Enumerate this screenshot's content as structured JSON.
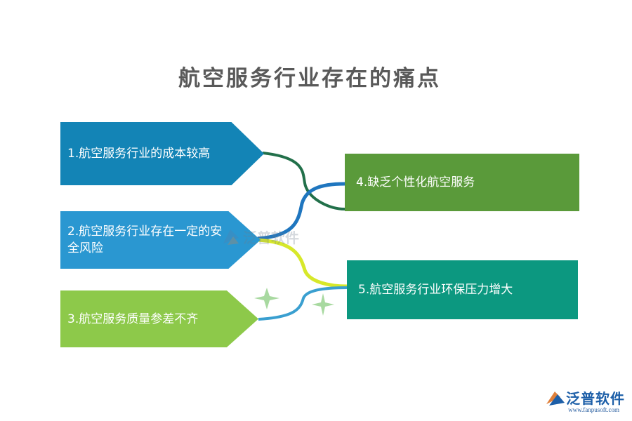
{
  "title": "航空服务行业存在的痛点",
  "items": {
    "item1": "1.航空服务行业的成本较高",
    "item2": "2.航空服务行业存在一定的安全风险",
    "item3": "3.航空服务质量参差不齐",
    "item4": "4.缺乏个性化航空服务",
    "item5": "5.航空服务行业环保压力增大"
  },
  "colors": {
    "item1": "#1384b6",
    "item2": "#2a97d1",
    "item3": "#8dc94a",
    "item4": "#5a9a3a",
    "item5": "#0c9880",
    "connector1": "#22704a",
    "connector2": "#1f76bf",
    "connector3": "#d7e82a",
    "connector4": "#3a9fd0"
  },
  "logo": {
    "name": "泛普软件",
    "url": "www.fanpusoft.com"
  },
  "watermark": {
    "name": "泛普软件"
  }
}
